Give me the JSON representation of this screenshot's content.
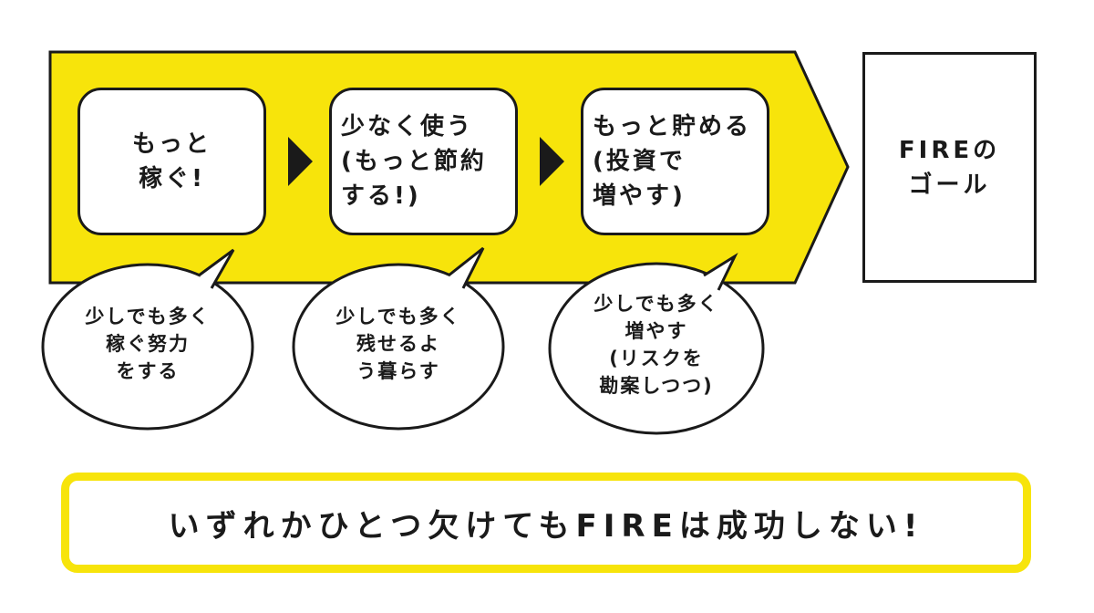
{
  "colors": {
    "banner_yellow": "#f7e40b",
    "outline": "#1a1a1a",
    "background": "#ffffff"
  },
  "steps": [
    {
      "label": "もっと\n稼ぐ!"
    },
    {
      "label": "少なく使う\n(もっと節約\nする!)"
    },
    {
      "label": "もっと貯める\n(投資で\n増やす)"
    }
  ],
  "bubbles": [
    {
      "text": "少しでも多く\n稼ぐ努力\nをする"
    },
    {
      "text": "少しでも多く\n残せるよ\nう暮らす"
    },
    {
      "text": "少しでも多く\n増やす\n(リスクを\n勘案しつつ)"
    }
  ],
  "goal": {
    "label": "FIREの\nゴール"
  },
  "message": {
    "text": "いずれかひとつ欠けてもFIREは成功しない!"
  }
}
